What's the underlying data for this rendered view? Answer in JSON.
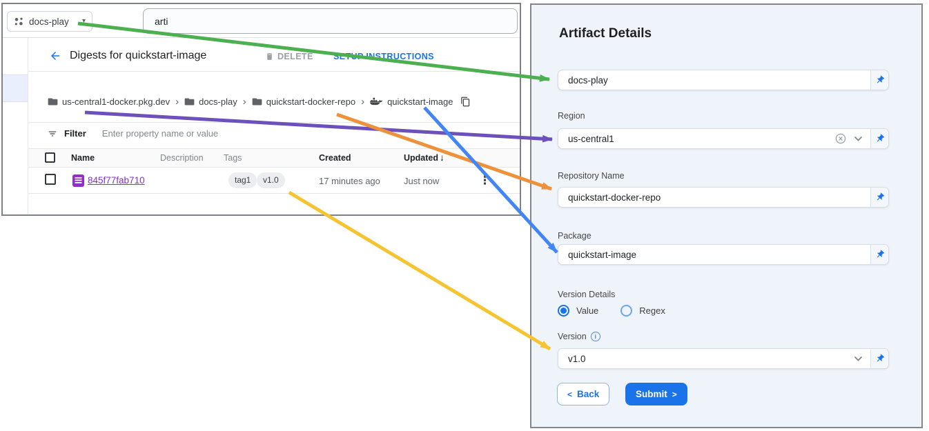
{
  "console": {
    "project_selector": {
      "label": "docs-play"
    },
    "search": {
      "value": "arti"
    },
    "header": {
      "title": "Digests for quickstart-image",
      "delete_label": "DELETE",
      "setup_label": "SETUP INSTRUCTIONS"
    },
    "breadcrumbs": [
      {
        "label": "us-central1-docker.pkg.dev",
        "icon": "folder"
      },
      {
        "label": "docs-play",
        "icon": "folder"
      },
      {
        "label": "quickstart-docker-repo",
        "icon": "folder"
      },
      {
        "label": "quickstart-image",
        "icon": "docker-whale"
      }
    ],
    "filter": {
      "label": "Filter",
      "placeholder": "Enter property name or value"
    },
    "table": {
      "headers": [
        "Name",
        "Description",
        "Tags",
        "Created",
        "Updated"
      ],
      "sorted_column": "Updated",
      "row": {
        "name": "845f77fab710",
        "tags": [
          "tag1",
          "v1.0"
        ],
        "created": "17 minutes ago",
        "updated": "Just now"
      }
    }
  },
  "panel": {
    "title": "Artifact Details",
    "fields": {
      "project": {
        "label": "",
        "value": "docs-play"
      },
      "region": {
        "label": "Region",
        "value": "us-central1"
      },
      "repository": {
        "label": "Repository Name",
        "value": "quickstart-docker-repo"
      },
      "package": {
        "label": "Package",
        "value": "quickstart-image"
      },
      "version": {
        "label": "Version",
        "value": "v1.0"
      }
    },
    "version_details": {
      "label": "Version Details",
      "options": [
        "Value",
        "Regex"
      ],
      "selected": "Value"
    },
    "buttons": {
      "back": "Back",
      "submit": "Submit"
    }
  },
  "icons": {
    "caret_down": "▾",
    "sort_desc": "↓",
    "crumb_separator": "›",
    "overflow_dots": "⋮",
    "info": "i",
    "back_chevron": "<",
    "forward_chevron": ">"
  },
  "colors": {
    "accent_blue": "#1a73e8",
    "link_purple": "#8430ce",
    "panel_bg": "#eff3fa",
    "arrow_green": "#4caf50",
    "arrow_purple": "#6c51ba",
    "arrow_orange": "#ed923a",
    "arrow_blue": "#4285f4",
    "arrow_yellow": "#f5c431"
  }
}
